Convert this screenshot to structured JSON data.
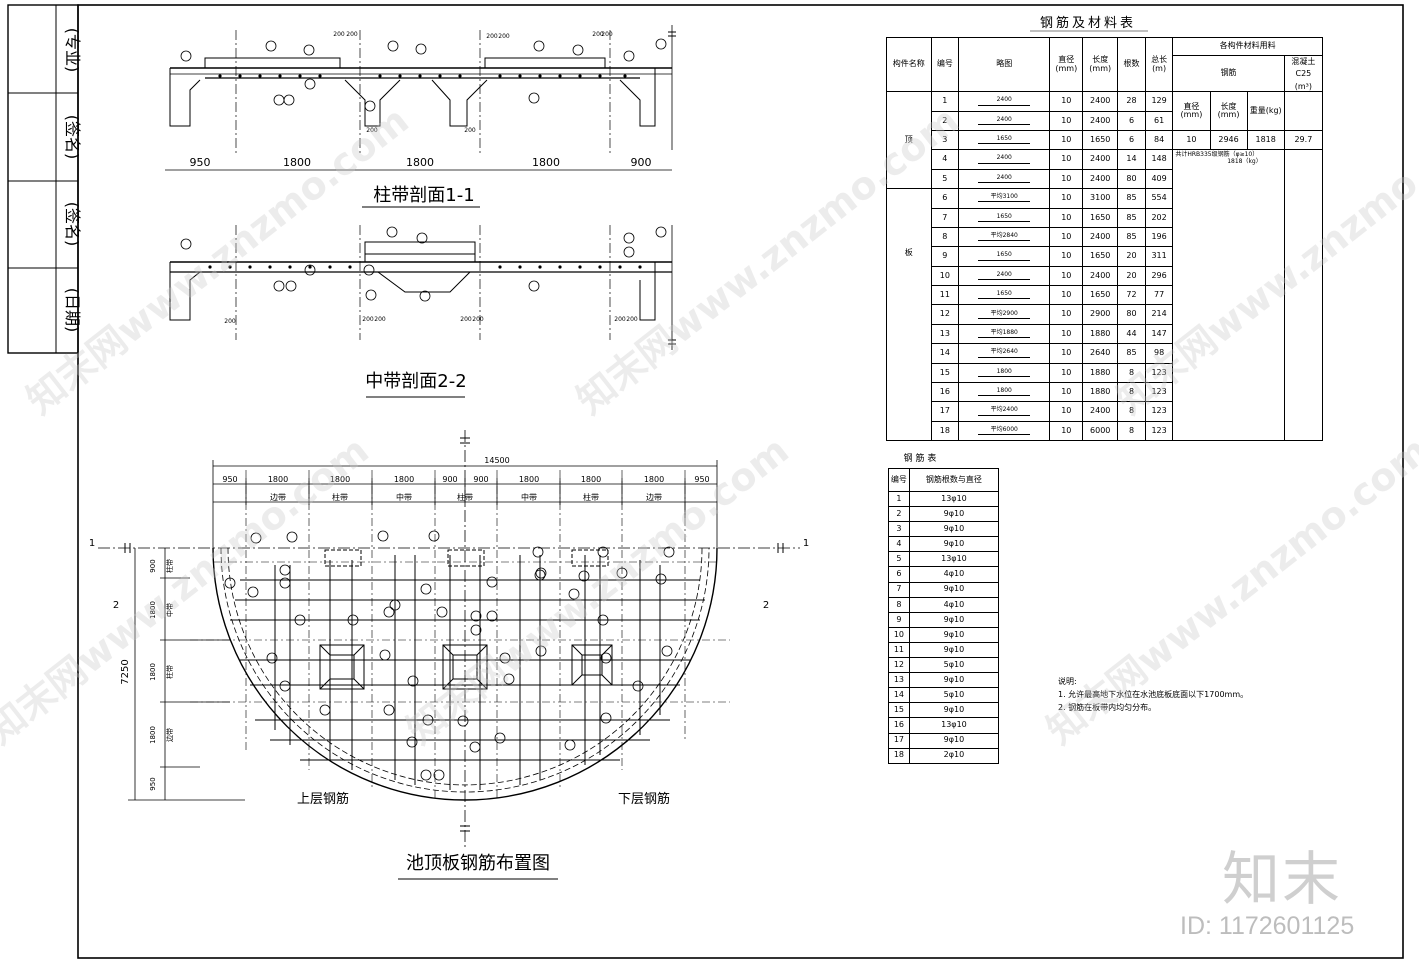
{
  "title_block": [
    "(专业)",
    "(签名)",
    "(签名)",
    "(日期)"
  ],
  "sections": {
    "dims_top": [
      "950",
      "1800",
      "1800",
      "1800",
      "900"
    ],
    "small_dims": [
      "200",
      "200",
      "200",
      "200",
      "200",
      "200",
      "200",
      "200"
    ],
    "section1_title": "柱带剖面1-1",
    "section2_title": "中带剖面2-2"
  },
  "plan": {
    "title": "池顶板钢筋布置图",
    "total_width": "14500",
    "dims": [
      "950",
      "1800",
      "1800",
      "1800",
      "900",
      "900",
      "1800",
      "1800",
      "1800",
      "950"
    ],
    "bands": [
      "边带",
      "柱带",
      "中带",
      "柱带",
      "中带",
      "柱带",
      "边带"
    ],
    "left_dims": [
      "900",
      "1800",
      "1800",
      "1800",
      "950"
    ],
    "left_bands": [
      "柱带",
      "中带",
      "柱带",
      "边带"
    ],
    "total_height": "7250",
    "upper_label": "上层钢筋",
    "lower_label": "下层钢筋",
    "sec_marks": [
      "1",
      "1",
      "2",
      "2"
    ]
  },
  "material_table": {
    "title": "钢筋及材料表",
    "headers": {
      "member": "构件名称",
      "no": "编号",
      "sketch": "略图",
      "diameter": "直径(mm)",
      "length": "长度(mm)",
      "count": "根数",
      "total": "总长(m)",
      "materials": "各构件材料用料",
      "rebar": "钢筋",
      "concrete": "混凝土",
      "sub_d": "直径(mm)",
      "sub_len": "长度(mm)",
      "sub_w": "重量(kg)",
      "concrete_grade": "C25",
      "concrete_unit": "(m³)"
    },
    "member_names": [
      "顶",
      "板"
    ],
    "summary": {
      "d": "10",
      "len": "2946",
      "w": "1818",
      "concrete": "29.7",
      "note1": "共计HRB335级钢筋（φ≥10）",
      "note2": "1818（kg）"
    },
    "rows": [
      {
        "no": "1",
        "sketch": "2400",
        "d": "10",
        "len": "2400",
        "n": "28",
        "total": "129"
      },
      {
        "no": "2",
        "sketch": "2400",
        "d": "10",
        "len": "2400",
        "n": "6",
        "total": "61"
      },
      {
        "no": "3",
        "sketch": "1650",
        "d": "10",
        "len": "1650",
        "n": "6",
        "total": "84"
      },
      {
        "no": "4",
        "sketch": "2400",
        "d": "10",
        "len": "2400",
        "n": "14",
        "total": "148"
      },
      {
        "no": "5",
        "sketch": "2400",
        "d": "10",
        "len": "2400",
        "n": "80",
        "total": "409"
      },
      {
        "no": "6",
        "sketch": "平均3100",
        "d": "10",
        "len": "3100",
        "n": "85",
        "total": "554"
      },
      {
        "no": "7",
        "sketch": "1650",
        "d": "10",
        "len": "1650",
        "n": "85",
        "total": "202"
      },
      {
        "no": "8",
        "sketch": "平均2840",
        "d": "10",
        "len": "2400",
        "n": "85",
        "total": "196"
      },
      {
        "no": "9",
        "sketch": "1650",
        "d": "10",
        "len": "1650",
        "n": "20",
        "total": "311"
      },
      {
        "no": "10",
        "sketch": "2400",
        "d": "10",
        "len": "2400",
        "n": "20",
        "total": "296"
      },
      {
        "no": "11",
        "sketch": "1650",
        "d": "10",
        "len": "1650",
        "n": "72",
        "total": "77"
      },
      {
        "no": "12",
        "sketch": "平均2900",
        "d": "10",
        "len": "2900",
        "n": "80",
        "total": "214"
      },
      {
        "no": "13",
        "sketch": "平均1880",
        "d": "10",
        "len": "1880",
        "n": "44",
        "total": "147"
      },
      {
        "no": "14",
        "sketch": "平均2640",
        "d": "10",
        "len": "2640",
        "n": "85",
        "total": "98"
      },
      {
        "no": "15",
        "sketch": "1800",
        "d": "10",
        "len": "1880",
        "n": "8",
        "total": "123"
      },
      {
        "no": "16",
        "sketch": "1800",
        "d": "10",
        "len": "1880",
        "n": "8",
        "total": "123"
      },
      {
        "no": "17",
        "sketch": "平均2400",
        "d": "10",
        "len": "2400",
        "n": "8",
        "total": "123"
      },
      {
        "no": "18",
        "sketch": "平均6000",
        "d": "10",
        "len": "6000",
        "n": "8",
        "total": "123"
      }
    ]
  },
  "rebar_table": {
    "title": "钢 筋 表",
    "headers": {
      "no": "编号",
      "spec": "钢筋根数与直径"
    },
    "rows": [
      {
        "no": "1",
        "spec": "13φ10"
      },
      {
        "no": "2",
        "spec": "9φ10"
      },
      {
        "no": "3",
        "spec": "9φ10"
      },
      {
        "no": "4",
        "spec": "9φ10"
      },
      {
        "no": "5",
        "spec": "13φ10"
      },
      {
        "no": "6",
        "spec": "4φ10"
      },
      {
        "no": "7",
        "spec": "9φ10"
      },
      {
        "no": "8",
        "spec": "4φ10"
      },
      {
        "no": "9",
        "spec": "9φ10"
      },
      {
        "no": "10",
        "spec": "9φ10"
      },
      {
        "no": "11",
        "spec": "9φ10"
      },
      {
        "no": "12",
        "spec": "5φ10"
      },
      {
        "no": "13",
        "spec": "9φ10"
      },
      {
        "no": "14",
        "spec": "5φ10"
      },
      {
        "no": "15",
        "spec": "9φ10"
      },
      {
        "no": "16",
        "spec": "13φ10"
      },
      {
        "no": "17",
        "spec": "9φ10"
      },
      {
        "no": "18",
        "spec": "2φ10"
      }
    ]
  },
  "notes": {
    "title": "说明:",
    "items": [
      "1. 允许最高地下水位在水池底板底面以下1700mm。",
      "2. 钢筋在板带内均匀分布。"
    ]
  },
  "branding": {
    "logo": "知末",
    "id_label": "ID: 1172601125",
    "watermark": "知末网www.znzmo.com"
  }
}
